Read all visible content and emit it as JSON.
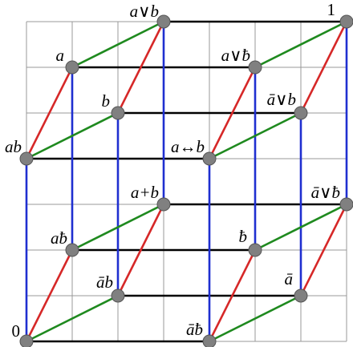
{
  "colors": {
    "grid": "#999999",
    "x_edge": "#000000",
    "y_edge": "#d62828",
    "z_edge": "#1f2fd0",
    "w_edge": "#1f8a1f",
    "node_fill": "#808080",
    "node_stroke": "#555555",
    "background": "#ffffff"
  },
  "nodes": [
    {
      "id": "n0",
      "label": "0",
      "italic": false
    },
    {
      "id": "nabb",
      "label": "āƀ",
      "italic": true
    },
    {
      "id": "nab",
      "label": "āb",
      "italic": true
    },
    {
      "id": "nabar",
      "label": "ā",
      "italic": true
    },
    {
      "id": "nabt",
      "label": "aƀ",
      "italic": true
    },
    {
      "id": "nbbar",
      "label": "ƀ",
      "italic": true
    },
    {
      "id": "nplus",
      "label": "a+b",
      "italic": true
    },
    {
      "id": "nor2",
      "label": "ā∨ƀ",
      "italic": true
    },
    {
      "id": "nAB",
      "label": "ab",
      "italic": true
    },
    {
      "id": "niff",
      "label": "a↔b",
      "italic": true
    },
    {
      "id": "nb",
      "label": "b",
      "italic": true
    },
    {
      "id": "nor3",
      "label": "ā∨b",
      "italic": true
    },
    {
      "id": "na",
      "label": "a",
      "italic": true
    },
    {
      "id": "nor4",
      "label": "a∨ƀ",
      "italic": true
    },
    {
      "id": "naorb",
      "label": "a∨b",
      "italic": true
    },
    {
      "id": "n1",
      "label": "1",
      "italic": false
    }
  ]
}
